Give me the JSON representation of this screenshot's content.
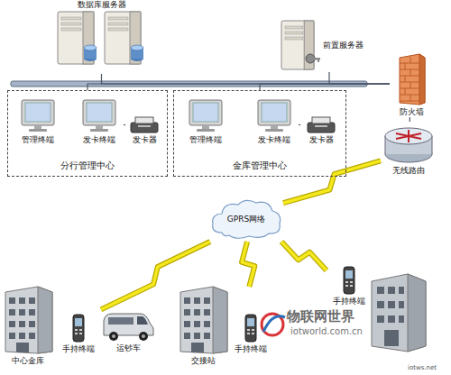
{
  "diagram": {
    "nodes": [
      {
        "text": [
          "数据库服务器"
        ]
      },
      {
        "text": [
          "前置服务器"
        ]
      },
      {
        "text": [
          "分行管理中心"
        ]
      },
      {
        "text": [
          "管理终端"
        ],
        "in": 2
      },
      {
        "text": [
          "发卡终端"
        ],
        "in": 2
      },
      {
        "text": [
          "发卡器"
        ],
        "in": 2
      },
      {
        "text": [
          "金库管理中心"
        ]
      },
      {
        "text": [
          "管理终端"
        ],
        "in": 6
      },
      {
        "text": [
          "发卡终端"
        ],
        "in": 6
      },
      {
        "text": [
          "发卡器"
        ],
        "in": 6
      },
      {
        "text": [
          "防火墙"
        ]
      },
      {
        "text": [
          "无线路由"
        ]
      },
      {
        "text": [
          "GPRS网络"
        ]
      },
      {
        "text": [
          "中心金库"
        ]
      },
      {
        "text": [
          "手持终端"
        ]
      },
      {
        "text": [
          "运钞车"
        ]
      },
      {
        "text": [
          "交接站"
        ]
      },
      {
        "text": [
          "手持终端"
        ]
      },
      {
        "text": [
          "手持终端"
        ]
      }
    ],
    "edges": [
      {
        "from": 0,
        "to": 10,
        "arrow": "none"
      },
      {
        "from": 1,
        "to": 10,
        "arrow": "none"
      },
      {
        "from": 2,
        "to": 10,
        "arrow": "none"
      },
      {
        "from": 6,
        "to": 10,
        "arrow": "none"
      },
      {
        "from": 4,
        "to": 5,
        "arrow": "none"
      },
      {
        "from": 8,
        "to": 9,
        "arrow": "none"
      },
      {
        "from": 10,
        "to": 11,
        "arrow": "none"
      },
      {
        "from": 11,
        "to": 12,
        "arrow": "none"
      },
      {
        "from": 12,
        "to": 14,
        "arrow": "none"
      },
      {
        "from": 12,
        "to": 17,
        "arrow": "none"
      },
      {
        "from": 12,
        "to": 18,
        "arrow": "none"
      }
    ],
    "labels": [
      "物联网世界",
      "iotworld.com.cn",
      "iotws.net"
    ]
  }
}
